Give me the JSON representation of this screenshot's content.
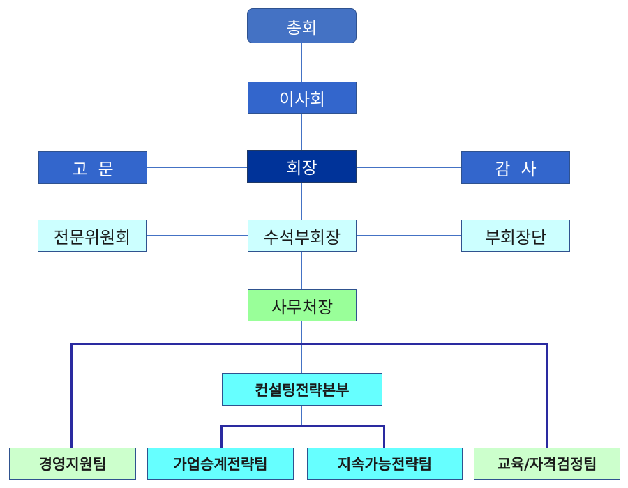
{
  "chart_title": "조직도",
  "colors": {
    "connector_light": "#4472c4",
    "connector_dark": "#2a2aa0"
  },
  "nodes": {
    "general_assembly": {
      "label": "총회",
      "fill": "#4472c4"
    },
    "board": {
      "label": "이사회",
      "fill": "#3366cc"
    },
    "advisor": {
      "label": "고  문",
      "fill": "#3366cc"
    },
    "chairman": {
      "label": "회장",
      "fill": "#003399"
    },
    "auditor": {
      "label": "감  사",
      "fill": "#3366cc"
    },
    "expert_committee": {
      "label": "전문위원회",
      "fill": "#ccffff"
    },
    "senior_vice_chairman": {
      "label": "수석부회장",
      "fill": "#ccffff"
    },
    "vice_chairmen": {
      "label": "부회장단",
      "fill": "#ccffff"
    },
    "secretary_general": {
      "label": "사무처장",
      "fill": "#99ff99"
    },
    "consulting_hq": {
      "label": "컨설팅전략본부",
      "fill": "#66ffff"
    },
    "management_support": {
      "label": "경영지원팀",
      "fill": "#ccffcc"
    },
    "succession_strategy": {
      "label": "가업승계전략팀",
      "fill": "#66ffff"
    },
    "sustainability_strategy": {
      "label": "지속가능전략팀",
      "fill": "#66ffff"
    },
    "education_certification": {
      "label": "교육/자격검정팀",
      "fill": "#ccffcc"
    }
  },
  "edges": [
    [
      "general_assembly",
      "board"
    ],
    [
      "board",
      "chairman"
    ],
    [
      "chairman",
      "advisor"
    ],
    [
      "chairman",
      "auditor"
    ],
    [
      "chairman",
      "senior_vice_chairman"
    ],
    [
      "senior_vice_chairman",
      "expert_committee"
    ],
    [
      "senior_vice_chairman",
      "vice_chairmen"
    ],
    [
      "senior_vice_chairman",
      "secretary_general"
    ],
    [
      "secretary_general",
      "management_support"
    ],
    [
      "secretary_general",
      "consulting_hq"
    ],
    [
      "secretary_general",
      "education_certification"
    ],
    [
      "consulting_hq",
      "succession_strategy"
    ],
    [
      "consulting_hq",
      "sustainability_strategy"
    ]
  ]
}
